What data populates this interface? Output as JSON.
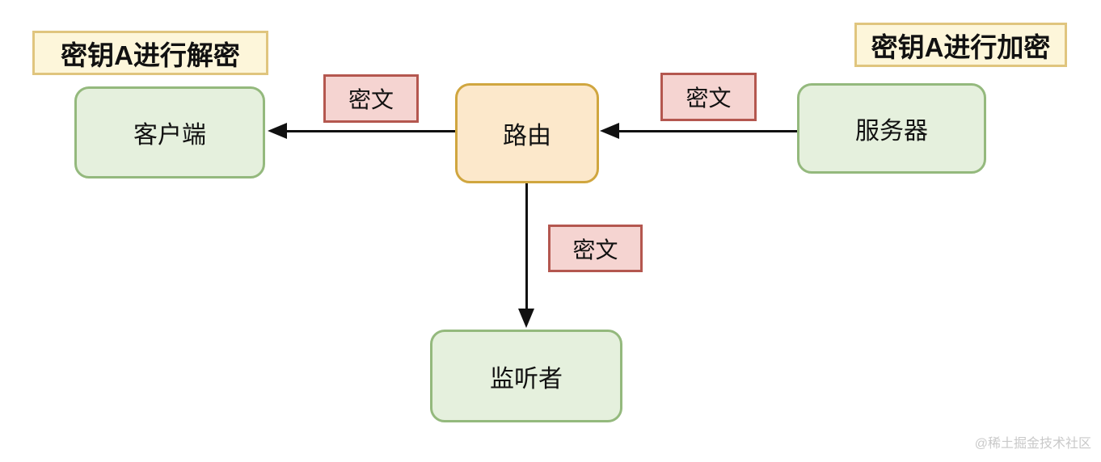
{
  "diagram": {
    "annotations": {
      "decrypt_label": "密钥A进行解密",
      "encrypt_label": "密钥A进行加密"
    },
    "nodes": {
      "client": "客户端",
      "router": "路由",
      "server": "服务器",
      "listener": "监听者"
    },
    "edge_labels": {
      "router_to_client": "密文",
      "server_to_router": "密文",
      "router_to_listener": "密文"
    },
    "colors": {
      "node_green_fill": "#e5f0dd",
      "node_green_border": "#94b97d",
      "node_orange_fill": "#fce8cb",
      "node_orange_border": "#d0a63f",
      "label_pink_fill": "#f5d4d1",
      "label_pink_border": "#b4574f",
      "label_yellow_fill": "#fdf6da",
      "label_yellow_border": "#e0c57e",
      "arrow": "#111111"
    },
    "watermark": "@稀土掘金技术社区"
  }
}
